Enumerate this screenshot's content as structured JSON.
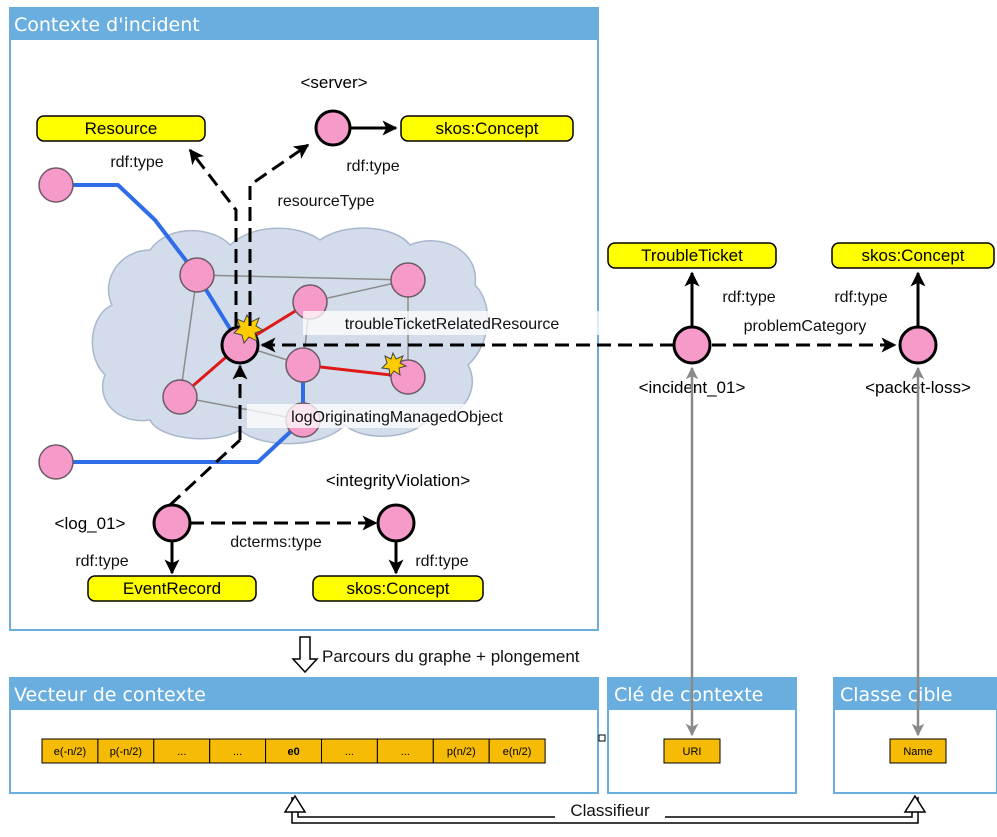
{
  "panels": {
    "context": "Contexte d'incident",
    "vector": "Vecteur de contexte",
    "key": "Clé de contexte",
    "target": "Classe cible"
  },
  "classes": {
    "resource": "Resource",
    "concept_server": "skos:Concept",
    "trouble_ticket": "TroubleTicket",
    "concept_loss": "skos:Concept",
    "event_record": "EventRecord",
    "concept_integrity": "skos:Concept"
  },
  "nodes": {
    "server": "<server>",
    "incident": "<incident_01>",
    "packet_loss": "<packet-loss>",
    "log": "<log_01>",
    "integrity": "<integrityViolation>"
  },
  "edges": {
    "rdf_type_resource": "rdf:type",
    "rdf_type_server": "rdf:type",
    "resource_type": "resourceType",
    "rdf_type_ticket": "rdf:type",
    "rdf_type_loss": "rdf:type",
    "related_resource": "troubleTicketRelatedResource",
    "problem_category": "problemCategory",
    "originating_object": "logOriginatingManagedObject",
    "rdf_type_log": "rdf:type",
    "dcterms_type": "dcterms:type",
    "rdf_type_integrity": "rdf:type"
  },
  "process": {
    "embedding": "Parcours du graphe + plongement",
    "classifier": "Classifieur"
  },
  "vector_cells": [
    "e(-n/2)",
    "p(-n/2)",
    "...",
    "...",
    "e0",
    "...",
    "...",
    "p(n/2)",
    "e(n/2)"
  ],
  "key_cell": "URI",
  "target_cell": "Name",
  "colors": {
    "panel_header": "#6aaee0",
    "panel_border": "#6aaee0",
    "class_fill": "#ffff00",
    "node_fill": "#f59ac9",
    "cloud_fill": "#d3dceb",
    "blue_link": "#2f6de8",
    "red_link": "#e01818",
    "gray_arrow": "#8a8a8a",
    "cell_fill": "#f5bb05"
  }
}
